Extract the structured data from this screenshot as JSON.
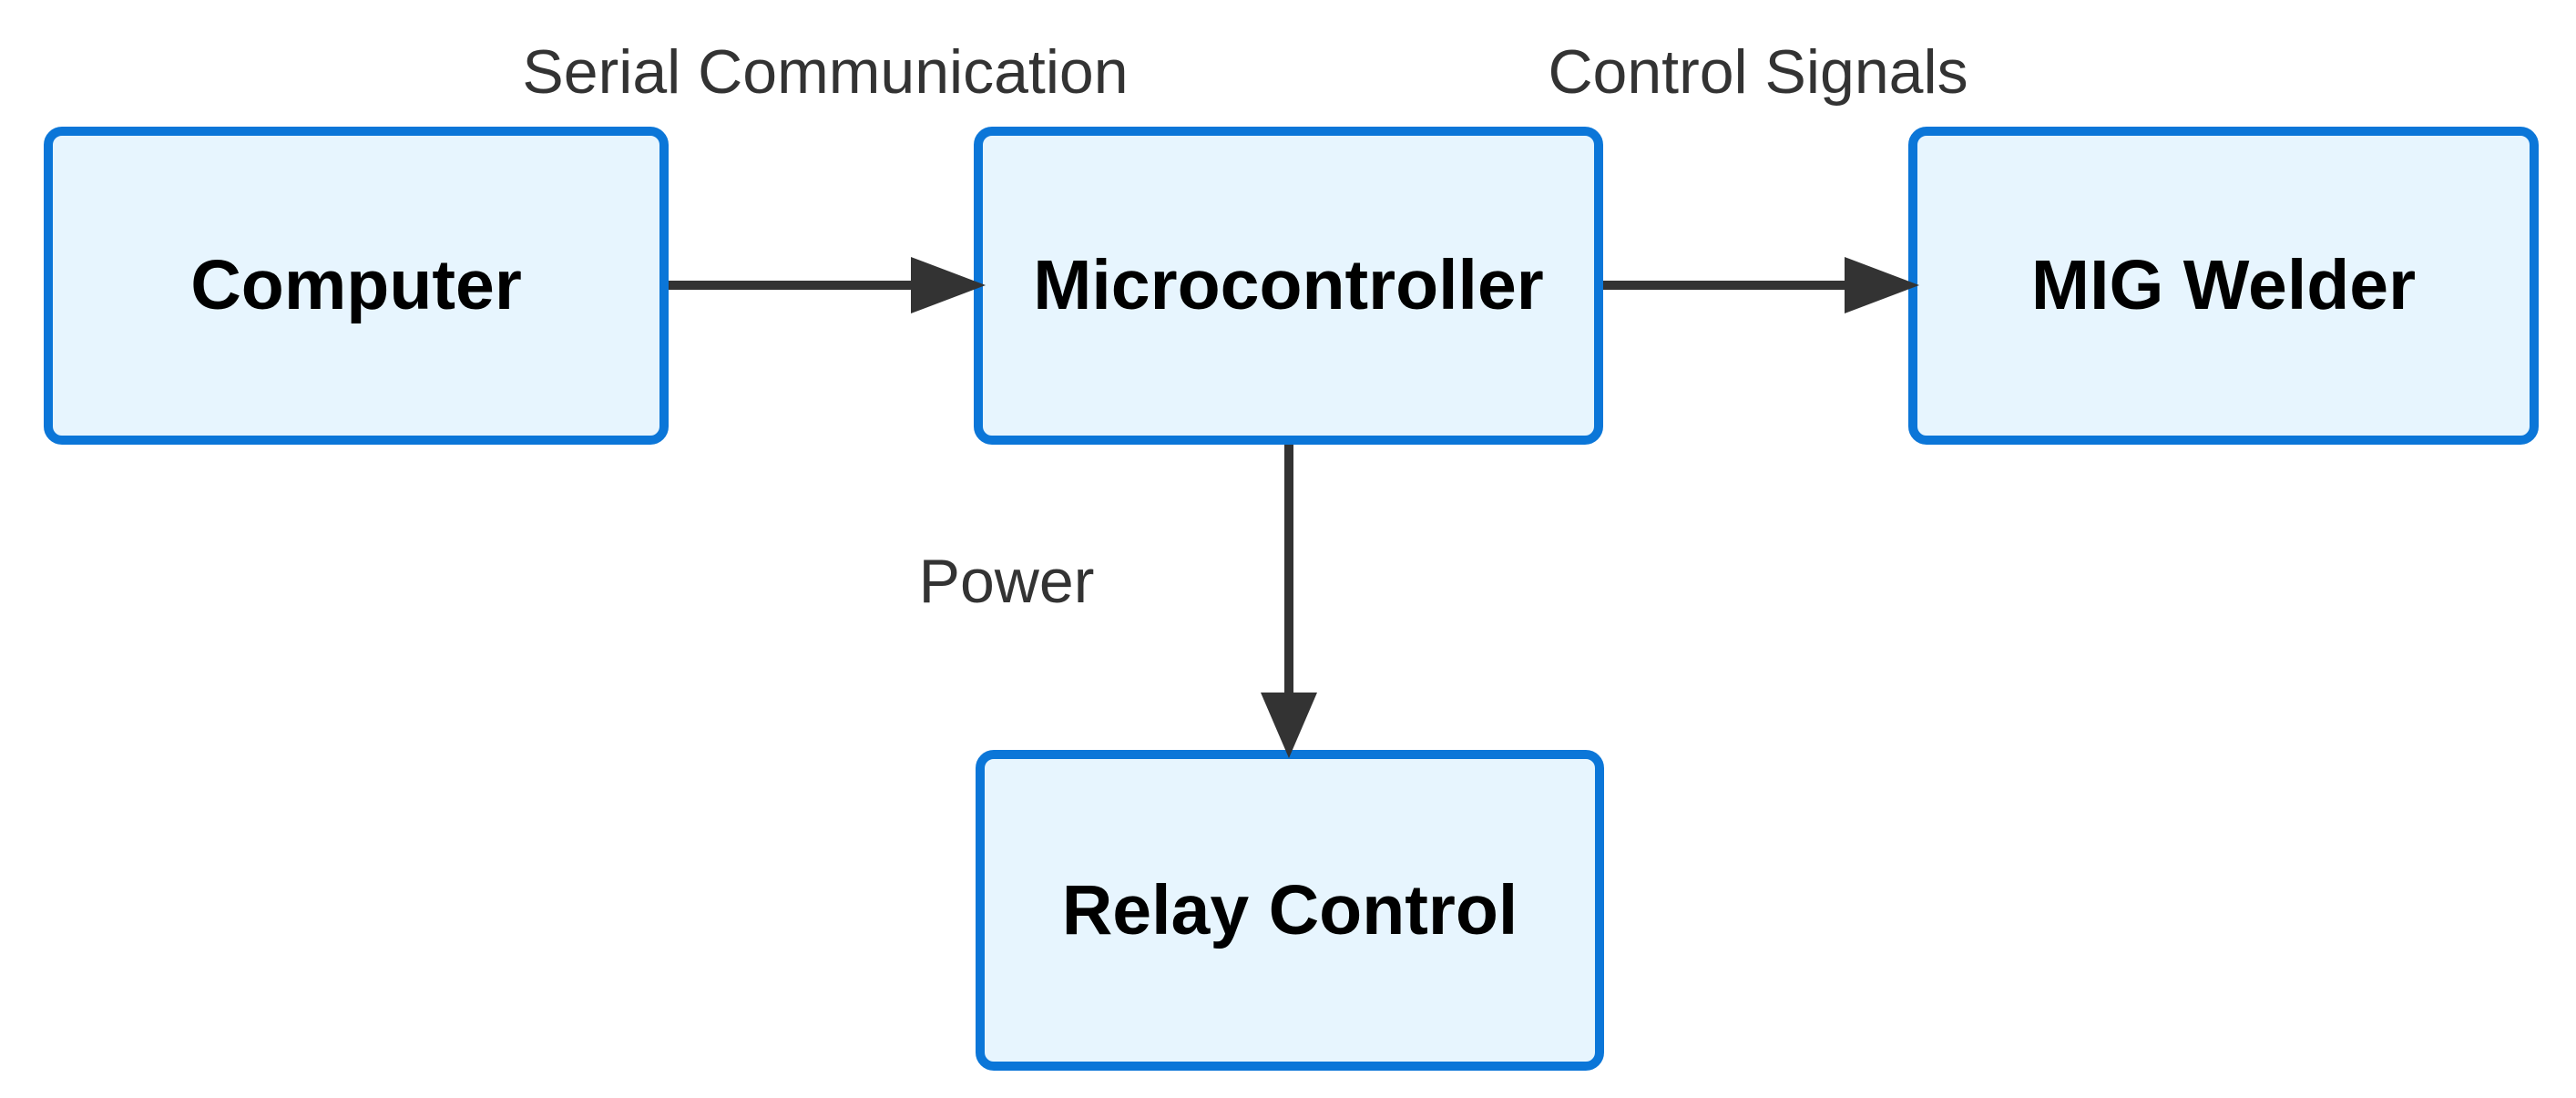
{
  "diagram": {
    "type": "flowchart",
    "direction": "left-to-right with one downward branch",
    "nodes": {
      "computer": {
        "label": "Computer"
      },
      "microcontroller": {
        "label": "Microcontroller"
      },
      "mig_welder": {
        "label": "MIG Welder"
      },
      "relay_control": {
        "label": "Relay Control"
      }
    },
    "edges": {
      "serial": {
        "label": "Serial Communication",
        "from": "Computer",
        "to": "Microcontroller",
        "direction": "right"
      },
      "control": {
        "label": "Control Signals",
        "from": "Microcontroller",
        "to": "MIG Welder",
        "direction": "right"
      },
      "power": {
        "label": "Power",
        "from": "Microcontroller",
        "to": "Relay Control",
        "direction": "down"
      }
    },
    "colors": {
      "node_fill": "#E7F5FE",
      "node_stroke": "#0B76D8",
      "arrow": "#333333",
      "edge_label": "#333333",
      "node_text": "#000000",
      "background": "#FFFFFF"
    }
  }
}
